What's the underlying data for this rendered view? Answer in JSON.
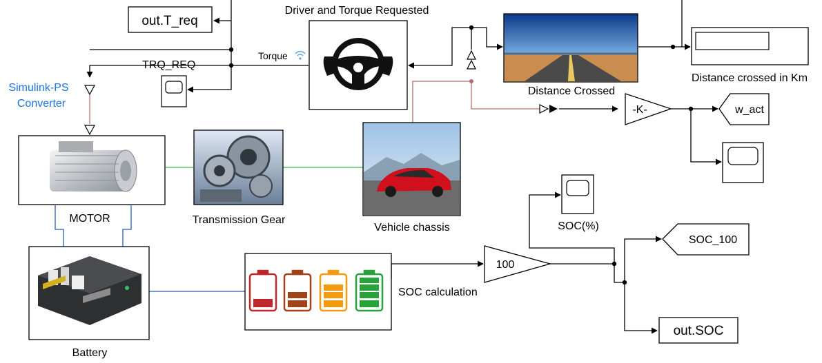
{
  "colors": {
    "wire": "#000000",
    "physical_wire_green": "#3cb44b",
    "physical_wire_blue": "#2a5db0",
    "ps_signal": "#b26f6b",
    "link_text": "#1a73e8",
    "battery_red": "#c0272d",
    "battery_brown": "#a0421a",
    "battery_orange": "#f39c12",
    "battery_green": "#27a33a"
  },
  "blocks": {
    "out_t_req": "out.T_req",
    "trq_req": "TRQ_REQ",
    "torque_signal": "Torque",
    "driver_title": "Driver and Torque Requested",
    "distance_crossed": "Distance Crossed",
    "distance_display": "Distance crossed in Km",
    "sps_converter_line1": "Simulink-PS",
    "sps_converter_line2": "Converter",
    "gain_k": "-K-",
    "w_act": "w_act",
    "motor": "MOTOR",
    "transmission": "Transmission Gear",
    "vehicle_chassis": "Vehicle chassis",
    "soc_scope": "SOC(%)",
    "soc_100": "SOC_100",
    "gain_100": "100",
    "soc_calculation": "SOC calculation",
    "out_soc": "out.SOC",
    "battery": "Battery"
  },
  "icons": {
    "steering": "steering-wheel-icon",
    "road": "road-image",
    "motor": "electric-motor-image",
    "gear": "gearbox-image",
    "car": "red-car-image",
    "battery_pack": "battery-pack-image",
    "battery_levels": "battery-level-icons",
    "scope": "scope-icon",
    "signal": "wireless-signal-icon"
  }
}
